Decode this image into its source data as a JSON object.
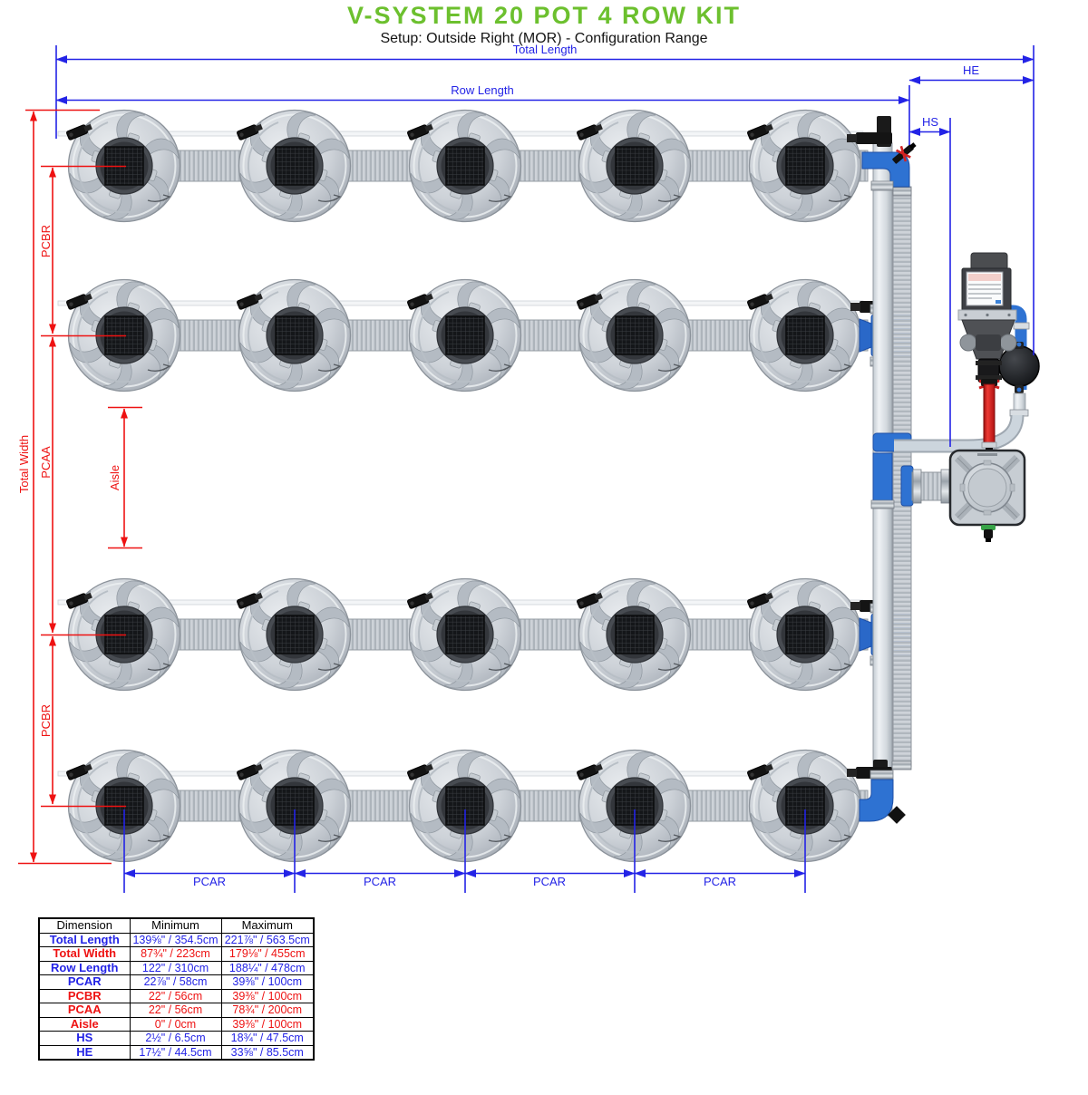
{
  "title": "V-SYSTEM 20 POT 4 ROW KIT",
  "subtitle": "Setup: Outside Right (MOR) - Configuration Range",
  "kit": {
    "pots": 20,
    "rows": 4,
    "pots_per_row": 5
  },
  "colors": {
    "accent_green": "#6cc02e",
    "dim_blue": "#2323e6",
    "dim_red": "#ee1212"
  },
  "diagram_labels": {
    "total_length": "Total Length",
    "row_length": "Row Length",
    "he": "HE",
    "hs": "HS",
    "total_width": "Total Width",
    "pcbr_top": "PCBR",
    "pcaa": "PCAA",
    "pcbr_bottom": "PCBR",
    "aisle": "Aisle",
    "pcar": "PCAR"
  },
  "table": {
    "headers": [
      "Dimension",
      "Minimum",
      "Maximum"
    ],
    "rows": [
      {
        "label": "Total Length",
        "min": "139⅝\" / 354.5cm",
        "max": "221⅞\" / 563.5cm",
        "color": "blue"
      },
      {
        "label": "Total Width",
        "min": "87¾\" / 223cm",
        "max": "179⅛\" / 455cm",
        "color": "red"
      },
      {
        "label": "Row Length",
        "min": "122\" / 310cm",
        "max": "188¼\" / 478cm",
        "color": "blue"
      },
      {
        "label": "PCAR",
        "min": "22⅞\" / 58cm",
        "max": "39⅜\" / 100cm",
        "color": "blue"
      },
      {
        "label": "PCBR",
        "min": "22\" / 56cm",
        "max": "39⅜\" / 100cm",
        "color": "red"
      },
      {
        "label": "PCAA",
        "min": "22\" / 56cm",
        "max": "78¾\" / 200cm",
        "color": "red"
      },
      {
        "label": "Aisle",
        "min": "0\" / 0cm",
        "max": "39⅜\" / 100cm",
        "color": "red"
      },
      {
        "label": "HS",
        "min": "2½\" / 6.5cm",
        "max": "18¾\" / 47.5cm",
        "color": "blue"
      },
      {
        "label": "HE",
        "min": "17½\" / 44.5cm",
        "max": "33⅝\" / 85.5cm",
        "color": "blue"
      }
    ]
  }
}
